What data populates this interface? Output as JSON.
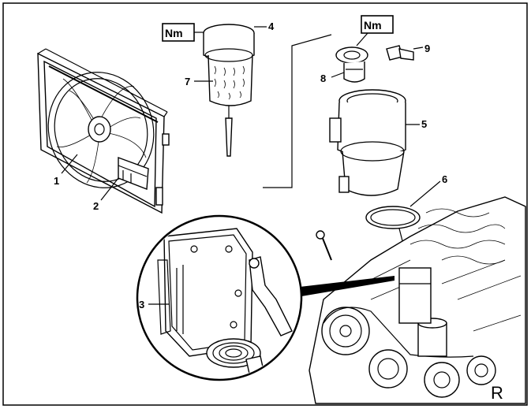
{
  "callouts": {
    "c1": "1",
    "c2": "2",
    "c3": "3",
    "c4": "4",
    "c5": "5",
    "c6": "6",
    "c7": "7",
    "c8": "8",
    "c9": "9"
  },
  "torque_badges": {
    "a": "Nm",
    "b": "Nm"
  },
  "corner_mark": "R"
}
